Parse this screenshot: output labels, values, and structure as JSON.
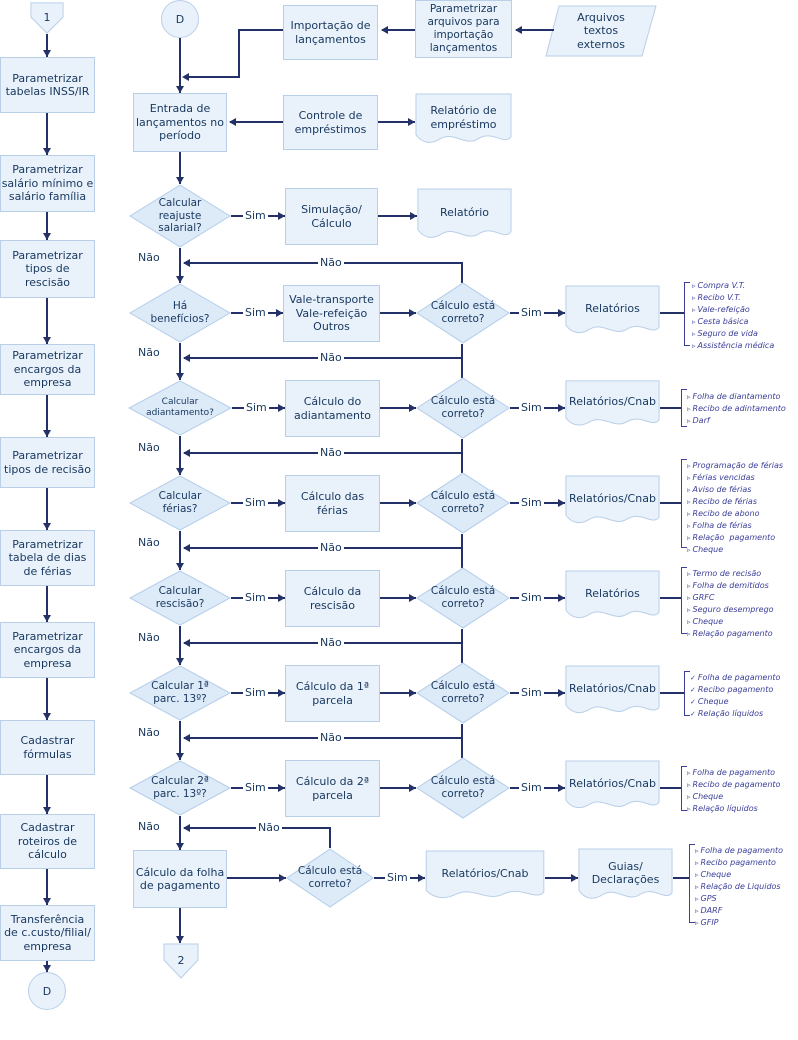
{
  "colors": {
    "line": "#233168",
    "box_fill": "#e9f2fb",
    "box_border": "#b9cfe8",
    "diamond_fill": "#ddeaf8",
    "text": "#17375e",
    "list_text": "#3c4099"
  },
  "labels": {
    "sim": "Sim",
    "nao": "Não"
  },
  "left_column": {
    "connector_top": "1",
    "steps": [
      "Parametrizar\ntabelas INSS/IR",
      "Parametrizar\nsalário mínimo e\nsalário família",
      "Parametrizar\ntipos de\nrescisão",
      "Parametrizar\nencargos da\nempresa",
      "Parametrizar\ntipos de recisão",
      "Parametrizar\ntabela de dias\nde férias",
      "Parametrizar\nencargos da\nempresa",
      "Cadastrar\nfórmulas",
      "Cadastrar\nroteiros de\ncálculo",
      "Transferência\nde c.custo/filial/\nempresa"
    ],
    "connector_bottom": "D"
  },
  "top": {
    "start_connector": "D",
    "importacao": "Importação de\nlançamentos",
    "param_arquivos": "Parametrizar\narquivos para\nimportação\nlançamentos",
    "arquivos_externos": "Arquivos\ntextos\nexternos",
    "entrada": "Entrada de\nlançamentos no\nperíodo",
    "controle": "Controle de\nempréstimos",
    "relatorio_emprestimo": "Relatório de\nempréstimo"
  },
  "rows": [
    {
      "decision": "Calcular\nreajuste\nsalarial?",
      "process": "Simulação/\nCálculo",
      "output": "Relatório"
    },
    {
      "decision": "Há\nbenefícios?",
      "process": "Vale-transporte\nVale-refeição\nOutros",
      "check": "Cálculo está\ncorreto?",
      "output": "Relatórios",
      "list": {
        "bullet": "▹",
        "items": [
          "Compra V.T.",
          "Recibo V.T.",
          "Vale-refeição",
          "Cesta básica",
          "Seguro de vida",
          "Assistência médica"
        ]
      }
    },
    {
      "decision": "Calcular\nadiantamento?",
      "process": "Cálculo do\nadiantamento",
      "check": "Cálculo está\ncorreto?",
      "output": "Relatórios/Cnab",
      "list": {
        "bullet": "▹",
        "items": [
          "Folha de diantamento",
          "Recibo de adintamento",
          "Darf"
        ]
      }
    },
    {
      "decision": "Calcular\nférias?",
      "process": "Cálculo das\nférias",
      "check": "Cálculo está\ncorreto?",
      "output": "Relatórios/Cnab",
      "list": {
        "bullet": "▹",
        "items": [
          "Programação de férias",
          "Férias vencidas",
          "Aviso de férias",
          "Recibo de férias",
          "Recibo de abono",
          "Folha de férias",
          "Relação  pagamento",
          "Cheque"
        ]
      }
    },
    {
      "decision": "Calcular\nrescisão?",
      "process": "Cálculo da\nrescisão",
      "check": "Cálculo está\ncorreto?",
      "output": "Relatórios",
      "list": {
        "bullet": "▹",
        "items": [
          "Termo de recisão",
          "Folha de demitidos",
          "GRFC",
          "Seguro desemprego",
          "Cheque",
          "Relação pagamento"
        ]
      }
    },
    {
      "decision": "Calcular 1ª\nparc. 13º?",
      "process": "Cálculo da 1ª\nparcela",
      "check": "Cálculo está\ncorreto?",
      "output": "Relatórios/Cnab",
      "list": {
        "bullet": "✓",
        "items": [
          "Folha de pagamento",
          "Recibo pagamento",
          "Cheque",
          "Relação líquidos"
        ]
      }
    },
    {
      "decision": "Calcular 2ª\nparc. 13º?",
      "process": "Cálculo da 2ª\nparcela",
      "check": "Cálculo está\ncorreto?",
      "output": "Relatórios/Cnab",
      "list": {
        "bullet": "▹",
        "items": [
          "Folha de pagamento",
          "Recibo de pagamento",
          "Cheque",
          "Relação líquidos"
        ]
      }
    }
  ],
  "final_row": {
    "process": "Cálculo da folha\nde pagamento",
    "check": "Cálculo está\ncorreto?",
    "output_cnab": "Relatórios/Cnab",
    "output_guias": "Guias/\nDeclarações",
    "list": {
      "bullet": "▹",
      "items": [
        "Folha de pagamento",
        "Recibo pagamento",
        "Cheque",
        "Relação de Liquidos",
        "GPS",
        "DARF",
        "GFIP"
      ]
    },
    "end_connector": "2"
  }
}
